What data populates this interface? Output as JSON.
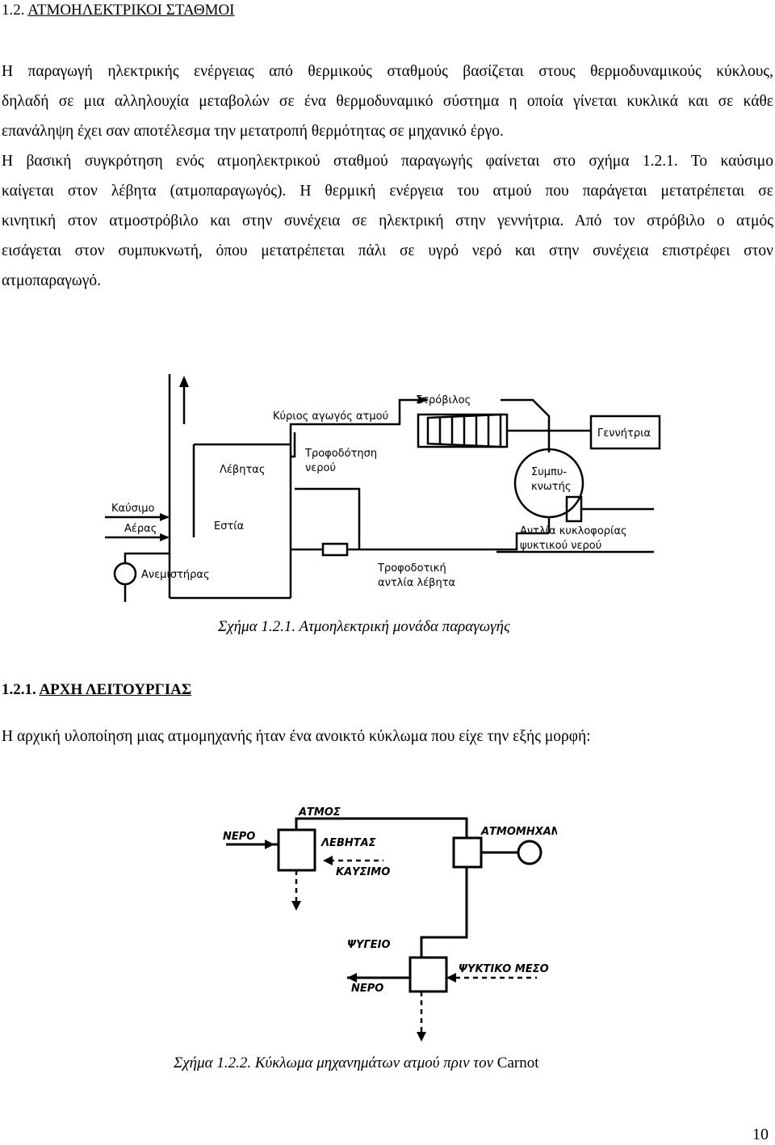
{
  "section": {
    "number": "1.2.",
    "title": "ΑΤΜΟΗΛΕΚΤΡΙΚΟΙ ΣΤΑΘΜΟΙ"
  },
  "intro_lines": [
    "Η παραγωγή ηλεκτρικής ενέργειας από θερμικούς σταθμούς βασίζεται στους θερμοδυναμικούς κύκλους,",
    "δηλαδή σε μια αλληλουχία μεταβολών σε ένα θερμοδυναμικό σύστημα η οποία γίνεται κυκλικά και σε κάθε",
    "επανάληψη έχει σαν αποτέλεσμα την μετατροπή θερμότητας σε μηχανικό έργο.",
    "Η βασική συγκρότηση ενός ατμοηλεκτρικού σταθμού παραγωγής φαίνεται στο σχήμα 1.2.1. Το καύσιμο",
    "καίγεται στον λέβητα (ατμοπαραγωγός). Η θερμική ενέργεια του ατμού  που παράγεται μετατρέπεται σε",
    "κινητική στον ατμοστρόβιλο και στην συνέχεια σε ηλεκτρική στην γεννήτρια. Από τον στρόβιλο ο ατμός",
    "εισάγεται στον συμπυκνωτή, όπου μετατρέπεται πάλι σε υγρό νερό και στην συνέχεια επιστρέφει στον",
    "ατμοπαραγωγό."
  ],
  "figure1": {
    "labels": {
      "turbine": "Στρόβιλος",
      "main_steam": "Κύριος αγωγός ατμού",
      "generator": "Γεννήτρια",
      "boiler": "Λέβητας",
      "feed_line1": "Τροφοδότηση",
      "feed_line2": "νερού",
      "condenser_line1": "Συμπυ-",
      "condenser_line2": "κνωτής",
      "fuel": "Καύσιμο",
      "air": "Αέρας",
      "furnace": "Εστία",
      "pump_line1": "Αντλία κυκλοφορίας",
      "pump_line2": "ψυκτικού νερού",
      "fan": "Ανεμιστήρας",
      "feed_pump_line1": "Τροφοδοτική",
      "feed_pump_line2": "αντλία λέβητα"
    },
    "caption": "Σχήμα 1.2.1. Ατμοηλεκτρική μονάδα παραγωγής"
  },
  "subsection": {
    "number": "1.2.1.",
    "title": "ΑΡΧΗ ΛΕΙΤΟΥΡΓΙΑΣ"
  },
  "subsection_text": "Η αρχική υλοποίηση μιας ατμομηχανής ήταν ένα ανοικτό κύκλωμα που είχε την εξής μορφή:",
  "figure2": {
    "labels": {
      "steam": "ΑΤΜΟΣ",
      "water_in": "ΝΕΡΟ",
      "boiler": "ΛΕΒΗΤΑΣ",
      "fuel": "ΚΑΥΣΙΜΟ",
      "engine": "ΑΤΜΟΜΗΧΑΝΗ",
      "cooler": "ΨΥΓΕΙΟ",
      "water_out": "ΝΕΡΟ",
      "coolant": "ΨΥΚΤΙΚΟ ΜΕΣΟ"
    },
    "caption_italic": "Σχήμα 1.2.2. Κύκλωμα μηχανημάτων ατμού πριν τον",
    "caption_upright": "Carnot"
  },
  "page_number": "10"
}
